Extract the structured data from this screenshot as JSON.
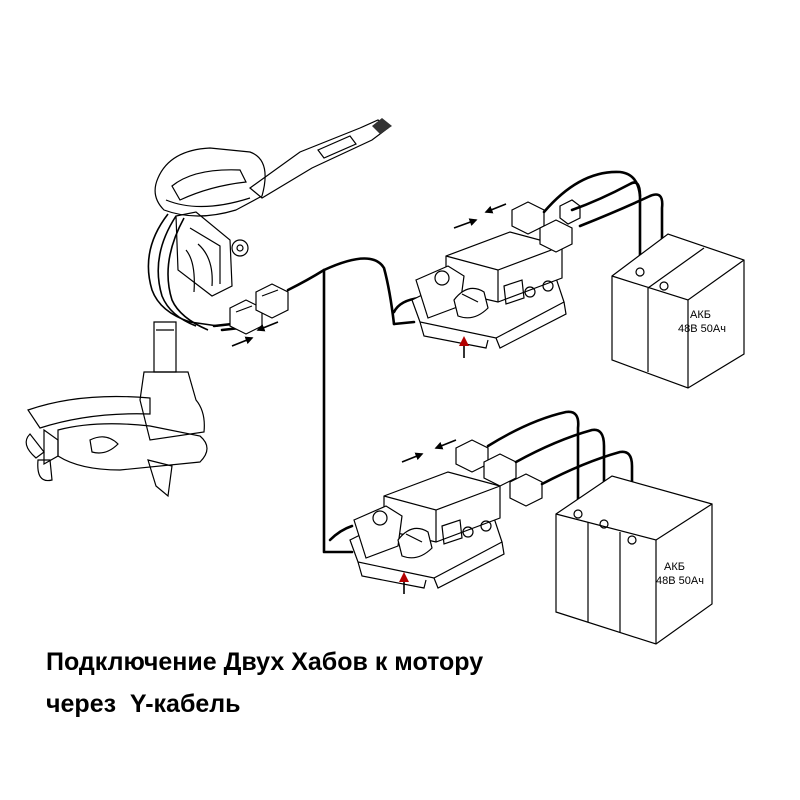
{
  "caption": {
    "line1": "Подключение Двух Хабов к мотору",
    "line2": "через  Y-кабель"
  },
  "batteries": {
    "top": {
      "name": "АКБ",
      "spec": "48В 50Ач"
    },
    "bottom": {
      "name": "АКБ",
      "spec": "48В 50Ач"
    }
  },
  "colors": {
    "line": "#000000",
    "marker_arrow": "#b30000",
    "background": "#ffffff"
  },
  "icons": [
    "outboard-motor-icon",
    "hub-icon",
    "battery-icon",
    "connector-icon",
    "arrow-icon"
  ]
}
